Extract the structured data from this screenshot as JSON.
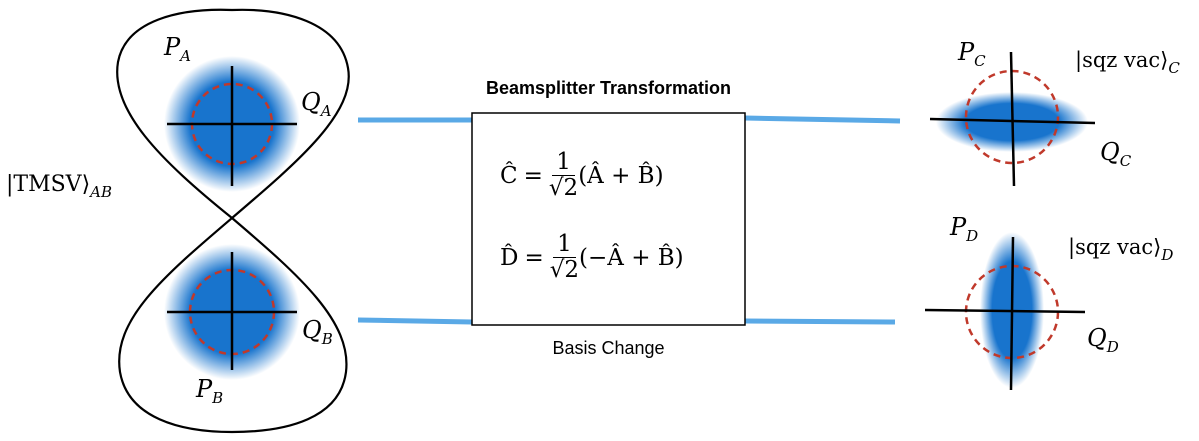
{
  "diagram": {
    "input_state_label": "|TMSV⟩",
    "input_state_sub": "AB",
    "mode_A": {
      "p_label": "P",
      "p_sub": "A",
      "q_label": "Q",
      "q_sub": "A"
    },
    "mode_B": {
      "p_label": "P",
      "p_sub": "B",
      "q_label": "Q",
      "q_sub": "B"
    },
    "box_title": "Beamsplitter Transformation",
    "box_caption": "Basis Change",
    "equation_C": {
      "lhs": "Ĉ",
      "num": "1",
      "den": "√2",
      "rhs": "(Â + B̂)"
    },
    "equation_D": {
      "lhs": "D̂",
      "num": "1",
      "den": "√2",
      "rhs": "(−Â + B̂)"
    },
    "mode_C": {
      "p_label": "P",
      "p_sub": "C",
      "q_label": "Q",
      "q_sub": "C",
      "state_label": "|sqz vac⟩",
      "state_sub": "C"
    },
    "mode_D": {
      "p_label": "P",
      "p_sub": "D",
      "q_label": "Q",
      "q_sub": "D",
      "state_label": "|sqz vac⟩",
      "state_sub": "D"
    },
    "colors": {
      "gaussian": "#1874cd",
      "circle": "#c0392b",
      "wire": "#5aa9e6",
      "outline": "#000000"
    }
  }
}
